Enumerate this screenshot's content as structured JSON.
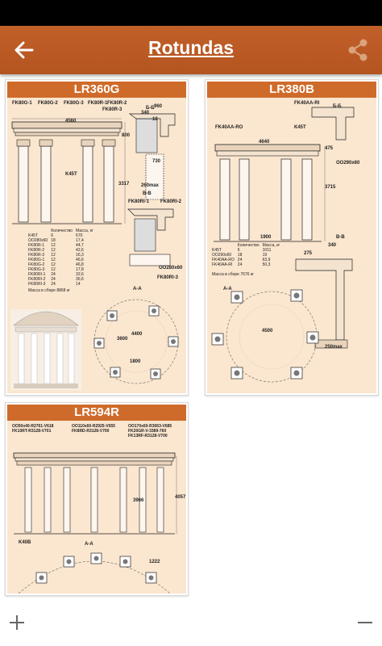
{
  "app": {
    "title": "Rotundas",
    "accent": "#b85a22"
  },
  "icons": {
    "back": "arrow-left-icon",
    "share": "share-icon",
    "zoom_in": "plus-icon",
    "zoom_out": "minus-icon"
  },
  "cards": [
    {
      "title": "LR360G",
      "labels": [
        "FK80G-1",
        "FK80G-2",
        "FK80G-3",
        "FK80R-1",
        "FK80R-2",
        "FK80R-3",
        "K45T",
        "Б-Б",
        "В-В",
        "FK80RI-1",
        "FK80RI-2",
        "FK80RI-3",
        "OO280x60",
        "А-А",
        "960",
        "340",
        "10",
        "800",
        "730",
        "3317",
        "260max",
        "4560",
        "4400",
        "3600",
        "1800"
      ],
      "table_header": [
        "",
        "Количество",
        "Масса, кг"
      ],
      "table_rows": [
        [
          "K45T",
          "6",
          "670"
        ],
        [
          "OO280x60",
          "18",
          "17,4"
        ],
        [
          "FK80R-1",
          "12",
          "44,7"
        ],
        [
          "FK80R-2",
          "12",
          "42,6"
        ],
        [
          "FK80R-3",
          "12",
          "16,3"
        ],
        [
          "FK80G-1",
          "12",
          "46,6"
        ],
        [
          "FK80G-2",
          "12",
          "46,8"
        ],
        [
          "FK80G-3",
          "12",
          "17,8"
        ],
        [
          "FK80RI-1",
          "24",
          "32,6"
        ],
        [
          "FK80RI-2",
          "24",
          "36,6"
        ],
        [
          "FK80RI-3",
          "24",
          "14"
        ]
      ],
      "mass_note": "Масса в сборе 8868 кг"
    },
    {
      "title": "LR380B",
      "labels": [
        "FK40AA-RI",
        "FK40AA-RO",
        "K45T",
        "Б-Б",
        "В-В",
        "OO290x60",
        "А-А",
        "1900",
        "4640",
        "4500",
        "3715",
        "475",
        "340",
        "275",
        "250max"
      ],
      "table_header": [
        "",
        "Количество",
        "Масса, кг"
      ],
      "table_rows": [
        [
          "K45T",
          "6",
          "1011"
        ],
        [
          "OO290x60",
          "18",
          "19"
        ],
        [
          "FK40AA-RO",
          "24",
          "63,9"
        ],
        [
          "FK40AA-RI",
          "24",
          "50,3"
        ]
      ],
      "mass_note": "Масса в сборе 7676 кг"
    },
    {
      "title": "LR594R",
      "labels": [
        "OO50x40-R2761-V618",
        "OO110x60-R2925-V655",
        "OO170x60-R3063-V685",
        "FK10RT-R3128-V701",
        "FK8RD-R3128-V700",
        "FK20GR-V-3389-760",
        "FK13RF-R3128-V700",
        "K40B",
        "А-А",
        "3966",
        "4057",
        "1222"
      ]
    }
  ]
}
